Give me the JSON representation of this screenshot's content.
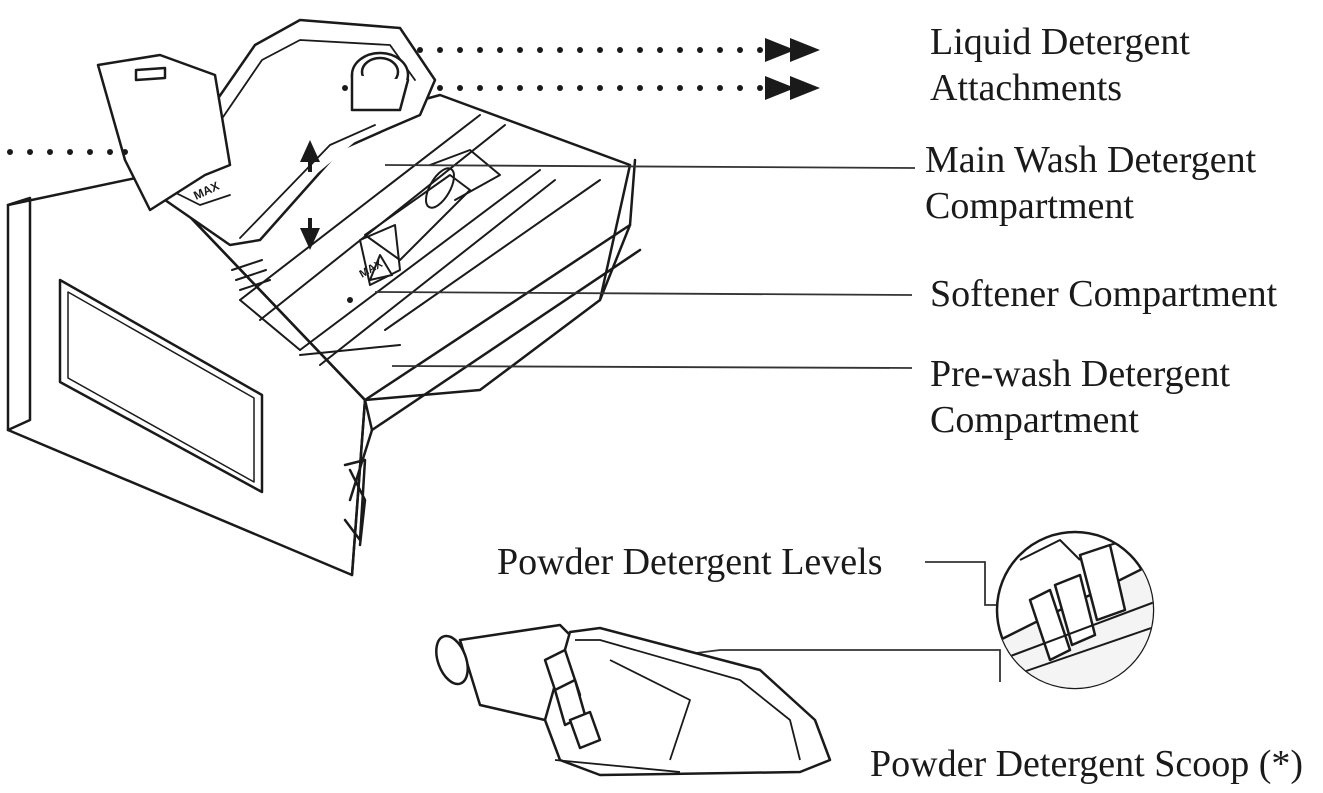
{
  "labels": {
    "liquid_detergent_line1": "Liquid Detergent",
    "liquid_detergent_line2": "Attachments",
    "main_wash_line1": "Main Wash Detergent",
    "main_wash_line2": "Compartment",
    "softener": "Softener Compartment",
    "prewash_line1": "Pre-wash Detergent",
    "prewash_line2": "Compartment",
    "powder_levels": "Powder Detergent Levels",
    "powder_scoop": "Powder Detergent Scoop (*)"
  },
  "markings": {
    "max_tray": "MAX",
    "max_softener": "MAX"
  },
  "colors": {
    "ink": "#1a1a1a",
    "leader": "#333333",
    "paper": "#ffffff"
  }
}
